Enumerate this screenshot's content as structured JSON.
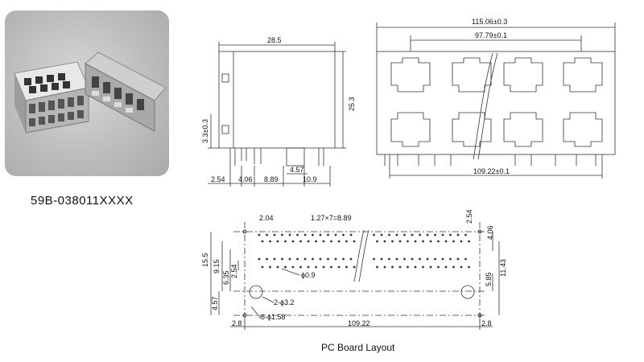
{
  "photo": {
    "part_number": "59B-038011XXXX"
  },
  "side_view": {
    "top_width": "28.5",
    "height": "25.3",
    "pin_offset": "3.3±0.3",
    "pitch_a": "2.54",
    "pitch_b": "4.06",
    "pitch_c": "8.89",
    "post_offset": "4.57",
    "rear_width": "10.9"
  },
  "front_view": {
    "overall_width": "115.06±0.3",
    "inner_width": "97.79±0.1",
    "pin_span": "109.22±0.1"
  },
  "pcb_layout": {
    "caption": "PC Board Layout",
    "left_x": "2.04",
    "pin_pitch": "1.27×7=8.89",
    "right_top": "2.54",
    "right_row": "4.06",
    "right_total": "11.43",
    "right_lower": "5.85",
    "left_total": "15.5",
    "left_mid": "9.15",
    "left_small": "6.35",
    "left_row": "2.54",
    "left_bottom": "4.57",
    "hole_small": "ϕ0.9",
    "hole_large": "2-ϕ3.2",
    "hole_post": "6-ϕ1.58",
    "bottom_left": "2.8",
    "bottom_span": "109.22",
    "bottom_right": "2.8"
  },
  "colors": {
    "line": "#333333",
    "text": "#111111"
  }
}
